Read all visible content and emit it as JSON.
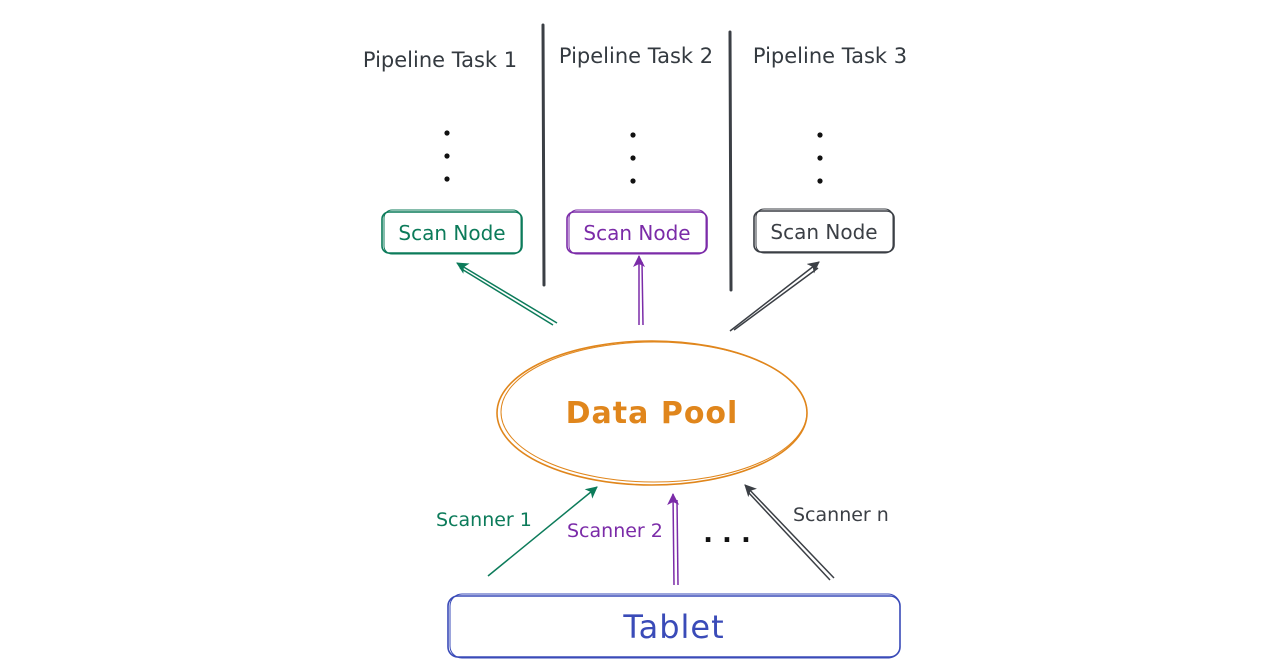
{
  "colors": {
    "green": "#0c7b5a",
    "purple": "#7b2ba8",
    "dark": "#3b3f45",
    "orange": "#e0861c",
    "blue": "#3a4bb8",
    "divider": "#3b3f45"
  },
  "pipeline_tasks": [
    {
      "title": "Pipeline Task 1",
      "node_label": "Scan Node",
      "color": "green"
    },
    {
      "title": "Pipeline Task 2",
      "node_label": "Scan Node",
      "color": "purple"
    },
    {
      "title": "Pipeline Task 3",
      "node_label": "Scan Node",
      "color": "dark"
    }
  ],
  "data_pool": {
    "label": "Data Pool"
  },
  "scanners": [
    {
      "label": "Scanner 1",
      "color": "green"
    },
    {
      "label": "Scanner 2",
      "color": "purple"
    },
    {
      "label": "Scanner n",
      "color": "dark"
    }
  ],
  "scanner_ellipsis": ". . .",
  "tablet": {
    "label": "Tablet"
  }
}
